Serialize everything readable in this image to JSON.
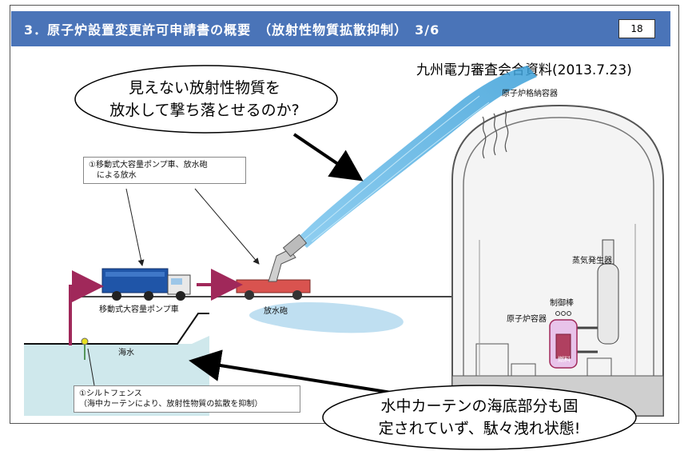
{
  "header": {
    "title": "3．原子炉設置変更許可申請書の概要　（放射性物質拡散抑制）　3/6",
    "page_number": "18"
  },
  "source_note": "九州電力審査会合資料(2013.7.23)",
  "bubbles": {
    "top": {
      "line1": "見えない放射性物質を",
      "line2": "放水して撃ち落とせるのか?"
    },
    "bottom": {
      "line1": "水中カーテンの海底部分も固",
      "line2": "定されていず、駄々洩れ状態!"
    }
  },
  "boxes": {
    "water_cannon_note": {
      "line1": "①移動式大容量ポンプ車、放水砲",
      "line2": "　による放水"
    },
    "silt_fence_note": {
      "line1": "①シルトフェンス",
      "line2": "（海中カーテンにより、放射性物質の拡散を抑制）"
    }
  },
  "labels": {
    "containment": "原子炉格納容器",
    "steam_generator": "蒸気発生器",
    "control_rod": "制御棒",
    "reactor_vessel": "原子炉容器",
    "fuel": "燃料",
    "pump_truck": "移動式大容量ポンプ車",
    "water_cannon": "放水砲",
    "sea_water": "海水"
  },
  "colors": {
    "header_bg": "#4a74b8",
    "arrow_magenta": "#a0285a",
    "spray": "#5ab4e6",
    "sea": "#cfe8ec",
    "truck_blue": "#1f55a8",
    "cannon_red": "#d9534f"
  }
}
